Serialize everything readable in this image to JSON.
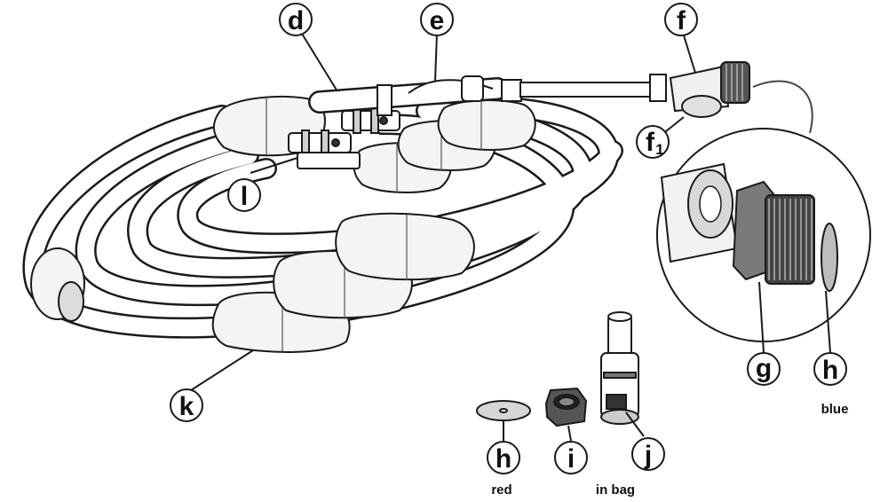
{
  "callouts": {
    "d": "d",
    "e": "e",
    "f": "f",
    "f1_main": "f",
    "f1_sub": "1",
    "l": "l",
    "k": "k",
    "g": "g",
    "h_blue": "h",
    "h_red": "h",
    "i": "i",
    "j": "j"
  },
  "notes": {
    "blue": "blue",
    "red": "red",
    "in_bag": "in bag"
  }
}
